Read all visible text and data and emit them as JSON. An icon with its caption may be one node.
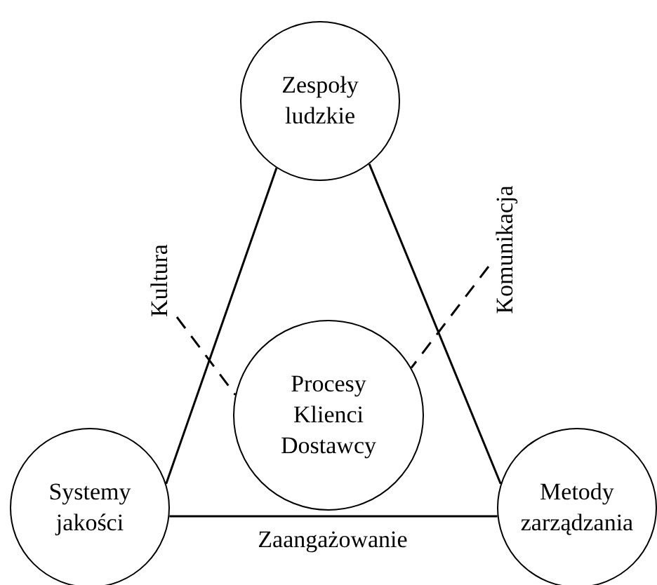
{
  "diagram": {
    "nodes": [
      {
        "text": [
          "Zespoły ludzkie"
        ]
      },
      {
        "text": [
          "Kultura"
        ]
      },
      {
        "text": [
          "Komunikacja"
        ]
      },
      {
        "text": [
          "Procesy Klienci Dostawcy"
        ]
      },
      {
        "text": [
          "Systemy jakości"
        ]
      },
      {
        "text": [
          "Metody zarządzania"
        ]
      }
    ],
    "edges": [
      {
        "from": 0,
        "to": 4,
        "arrow": "none"
      },
      {
        "from": 0,
        "to": 5,
        "arrow": "none"
      },
      {
        "from": 4,
        "to": 5,
        "arrow": "none",
        "label": "Zaangażowanie"
      },
      {
        "from": 1,
        "to": 3,
        "arrow": "none",
        "style": "dashed"
      },
      {
        "from": 2,
        "to": 3,
        "arrow": "none",
        "style": "dashed"
      }
    ]
  }
}
